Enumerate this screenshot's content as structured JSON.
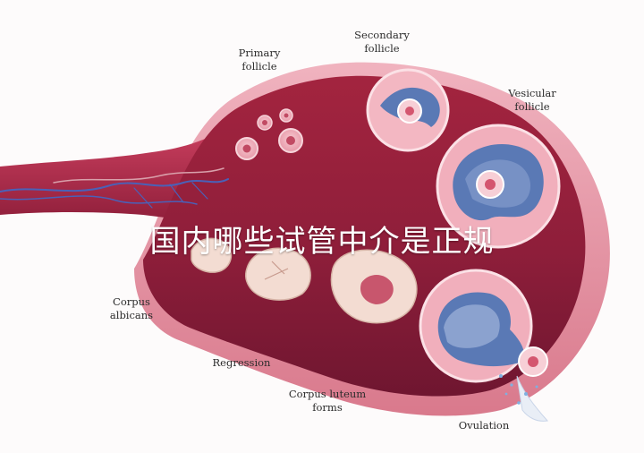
{
  "labels": {
    "primary_follicle": "Primary\nfollicle",
    "secondary_follicle": "Secondary\nfollicle",
    "vesicular_follicle": "Vesicular\nfollicle",
    "corpus_albicans": "Corpus\nalbicans",
    "regression": "Regression",
    "corpus_luteum_forms": "Corpus luteum\nforms",
    "ovulation": "Ovulation"
  },
  "overlay_text": "国内哪些试管中介是正规",
  "colors": {
    "ovary_dark": "#8e1e3a",
    "ovary_mid": "#b3304f",
    "ovary_light": "#e9a3b0",
    "follicle_fluid": "#5a79b5",
    "oocyte": "#f2b9c2",
    "corpus": "#f3dcd2"
  }
}
